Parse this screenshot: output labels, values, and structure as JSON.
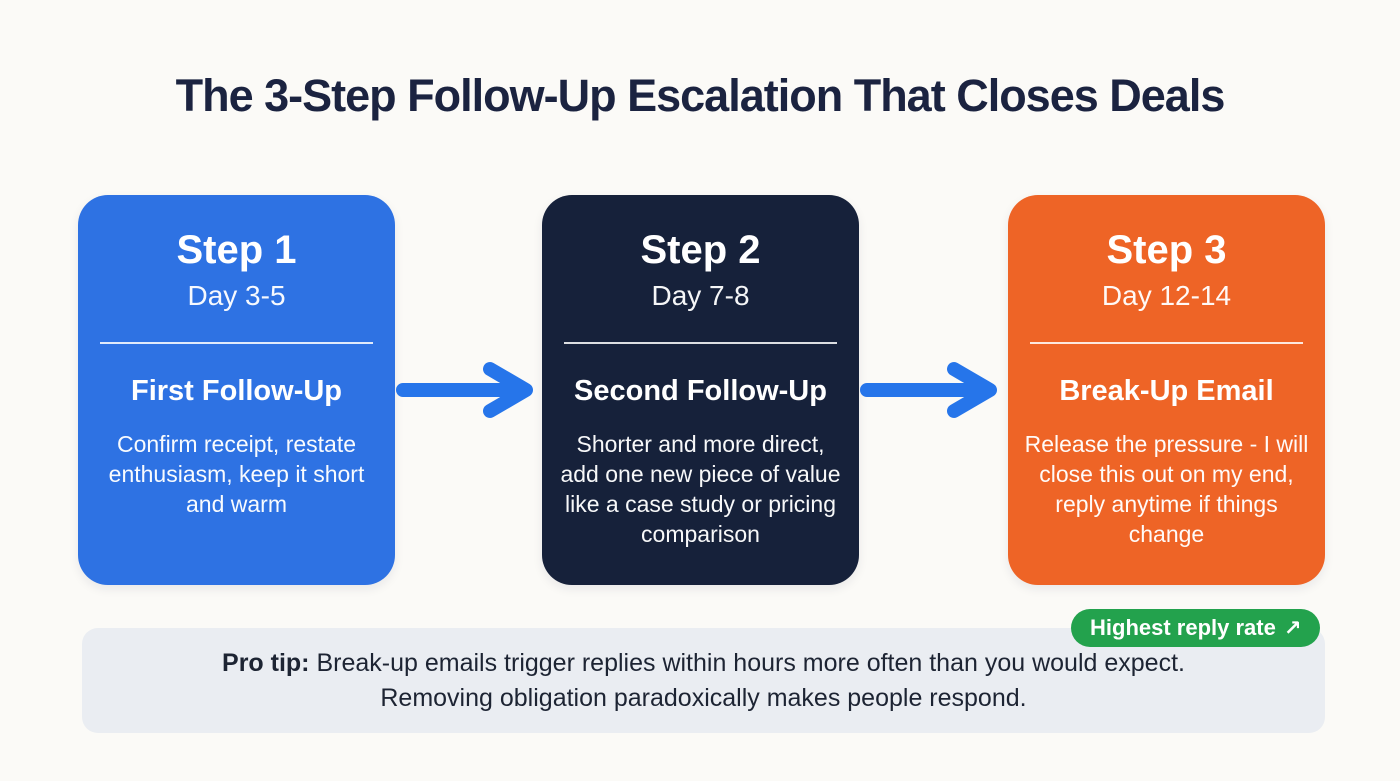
{
  "title": "The 3-Step Follow-Up Escalation That Closes Deals",
  "steps": [
    {
      "step_label": "Step 1",
      "day_range": "Day 3-5",
      "subtitle": "First Follow-Up",
      "description": "Confirm receipt, restate enthusiasm, keep it short and warm",
      "color": "#2e72e3"
    },
    {
      "step_label": "Step 2",
      "day_range": "Day 7-8",
      "subtitle": "Second Follow-Up",
      "description": "Shorter and more direct, add one new piece of value like a case study or pricing comparison",
      "color": "#16213a"
    },
    {
      "step_label": "Step 3",
      "day_range": "Day 12-14",
      "subtitle": "Break-Up Email",
      "description": "Release the pressure - I will close this out on my end, reply anytime if things change",
      "color": "#ee6426"
    }
  ],
  "badge": {
    "label": "Highest reply rate",
    "icon": "↗",
    "color": "#23a24d"
  },
  "pro_tip": {
    "bold": "Pro tip:",
    "line1": "Break-up emails trigger replies within hours more often than you would expect.",
    "line2": "Removing obligation paradoxically makes people respond."
  },
  "colors": {
    "background": "#fbfaf7",
    "title": "#1b2340",
    "arrow": "#2675ea",
    "tip_bar_bg": "#eaedf2",
    "tip_text": "#1d2433"
  }
}
